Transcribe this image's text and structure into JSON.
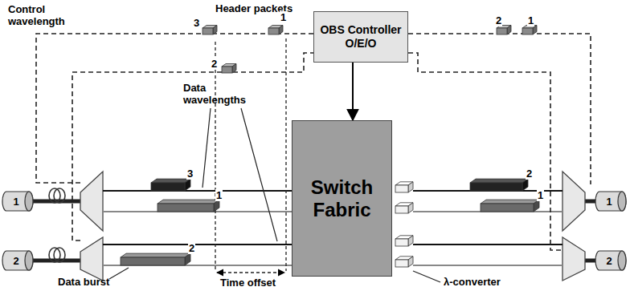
{
  "diagram": {
    "nodes": [
      {
        "text": [
          "OBS Controller O/E/O"
        ]
      },
      {
        "text": [
          "Switch Fabric"
        ]
      },
      {
        "text": [
          "1"
        ]
      },
      {
        "text": [
          "2"
        ]
      },
      {
        "text": [
          "1"
        ]
      },
      {
        "text": [
          "2"
        ]
      }
    ],
    "edges": [
      {
        "from": 0,
        "to": 1,
        "arrow": "to"
      }
    ],
    "labels": [
      "Control wavelength",
      "Header packets",
      "3",
      "1",
      "2",
      "2",
      "1",
      "Data wavelengths",
      "3",
      "1",
      "2",
      "2",
      "1",
      "Data burst",
      "Time offset",
      "λ-converter"
    ]
  }
}
